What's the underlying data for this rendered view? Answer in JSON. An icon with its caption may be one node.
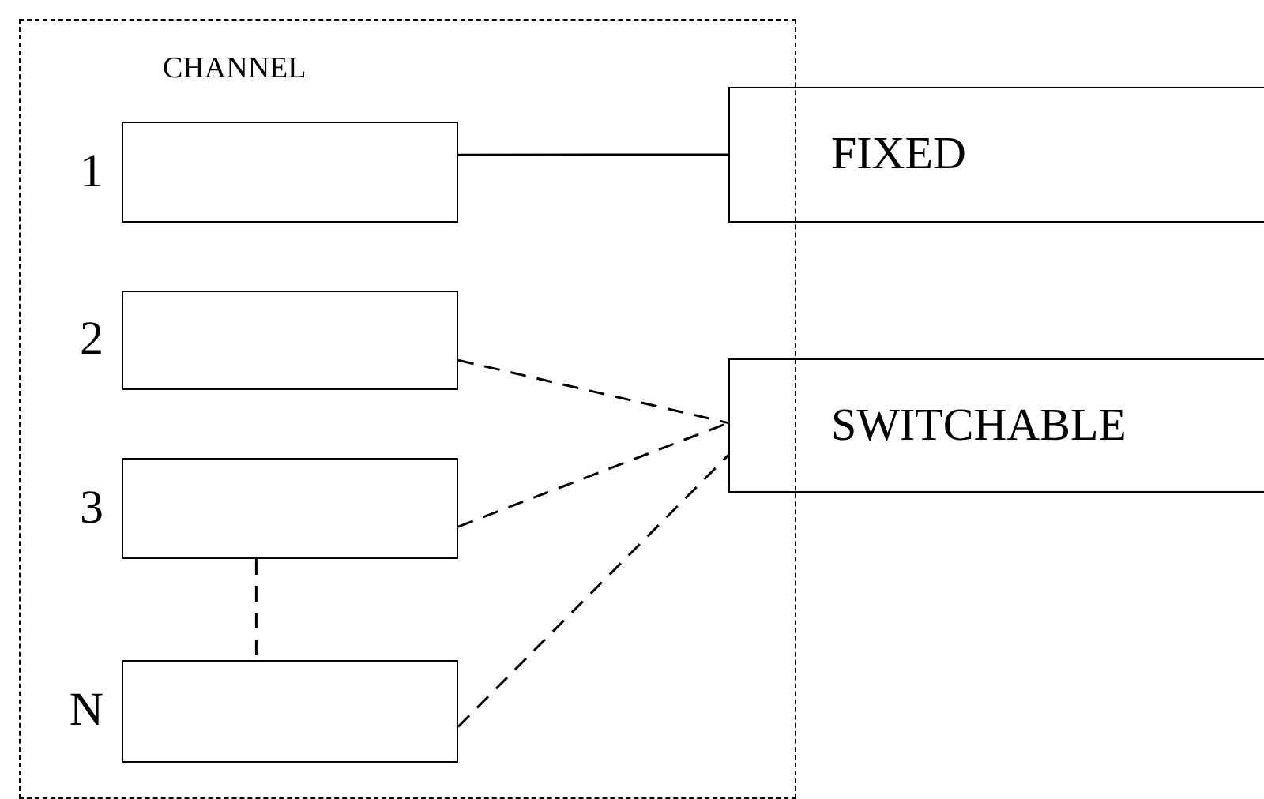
{
  "diagram": {
    "nodes": [
      {
        "text": [
          "CHANNEL"
        ]
      },
      {
        "text": [],
        "shape": "box",
        "in": 0,
        "beside": [
          "1"
        ]
      },
      {
        "text": [],
        "shape": "box",
        "in": 0,
        "beside": [
          "2"
        ]
      },
      {
        "text": [],
        "shape": "box",
        "in": 0,
        "beside": [
          "3"
        ]
      },
      {
        "text": [],
        "shape": "box",
        "in": 0,
        "beside": [
          "N"
        ]
      },
      {
        "text": [
          "FIXED"
        ]
      },
      {
        "text": [
          "SWITCHABLE"
        ]
      }
    ],
    "edges": [
      {
        "from": 1,
        "to": 5,
        "arrow": "none"
      },
      {
        "from": 2,
        "to": 6,
        "arrow": "none",
        "style": "dashed"
      },
      {
        "from": 3,
        "to": 6,
        "arrow": "none",
        "style": "dashed"
      },
      {
        "from": 4,
        "to": 6,
        "arrow": "none",
        "style": "dashed"
      },
      {
        "from": 3,
        "to": 4,
        "arrow": "none",
        "style": "dashed"
      }
    ]
  }
}
